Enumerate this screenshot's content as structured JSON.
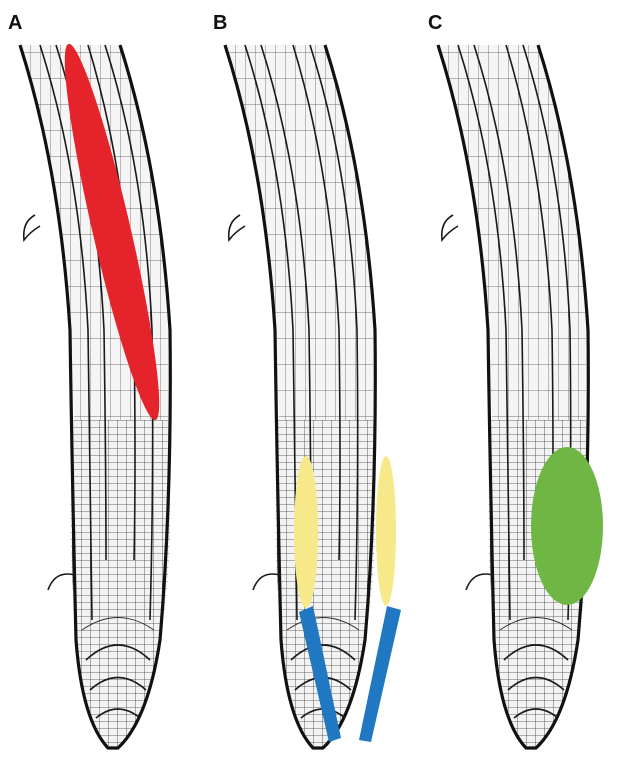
{
  "panels": [
    {
      "label": "A",
      "highlight_color": "#e5232b"
    },
    {
      "label": "B",
      "highlight_colors": [
        "#f7e98a",
        "#1f78c1"
      ]
    },
    {
      "label": "C",
      "highlight_color": "#6fb644"
    }
  ]
}
